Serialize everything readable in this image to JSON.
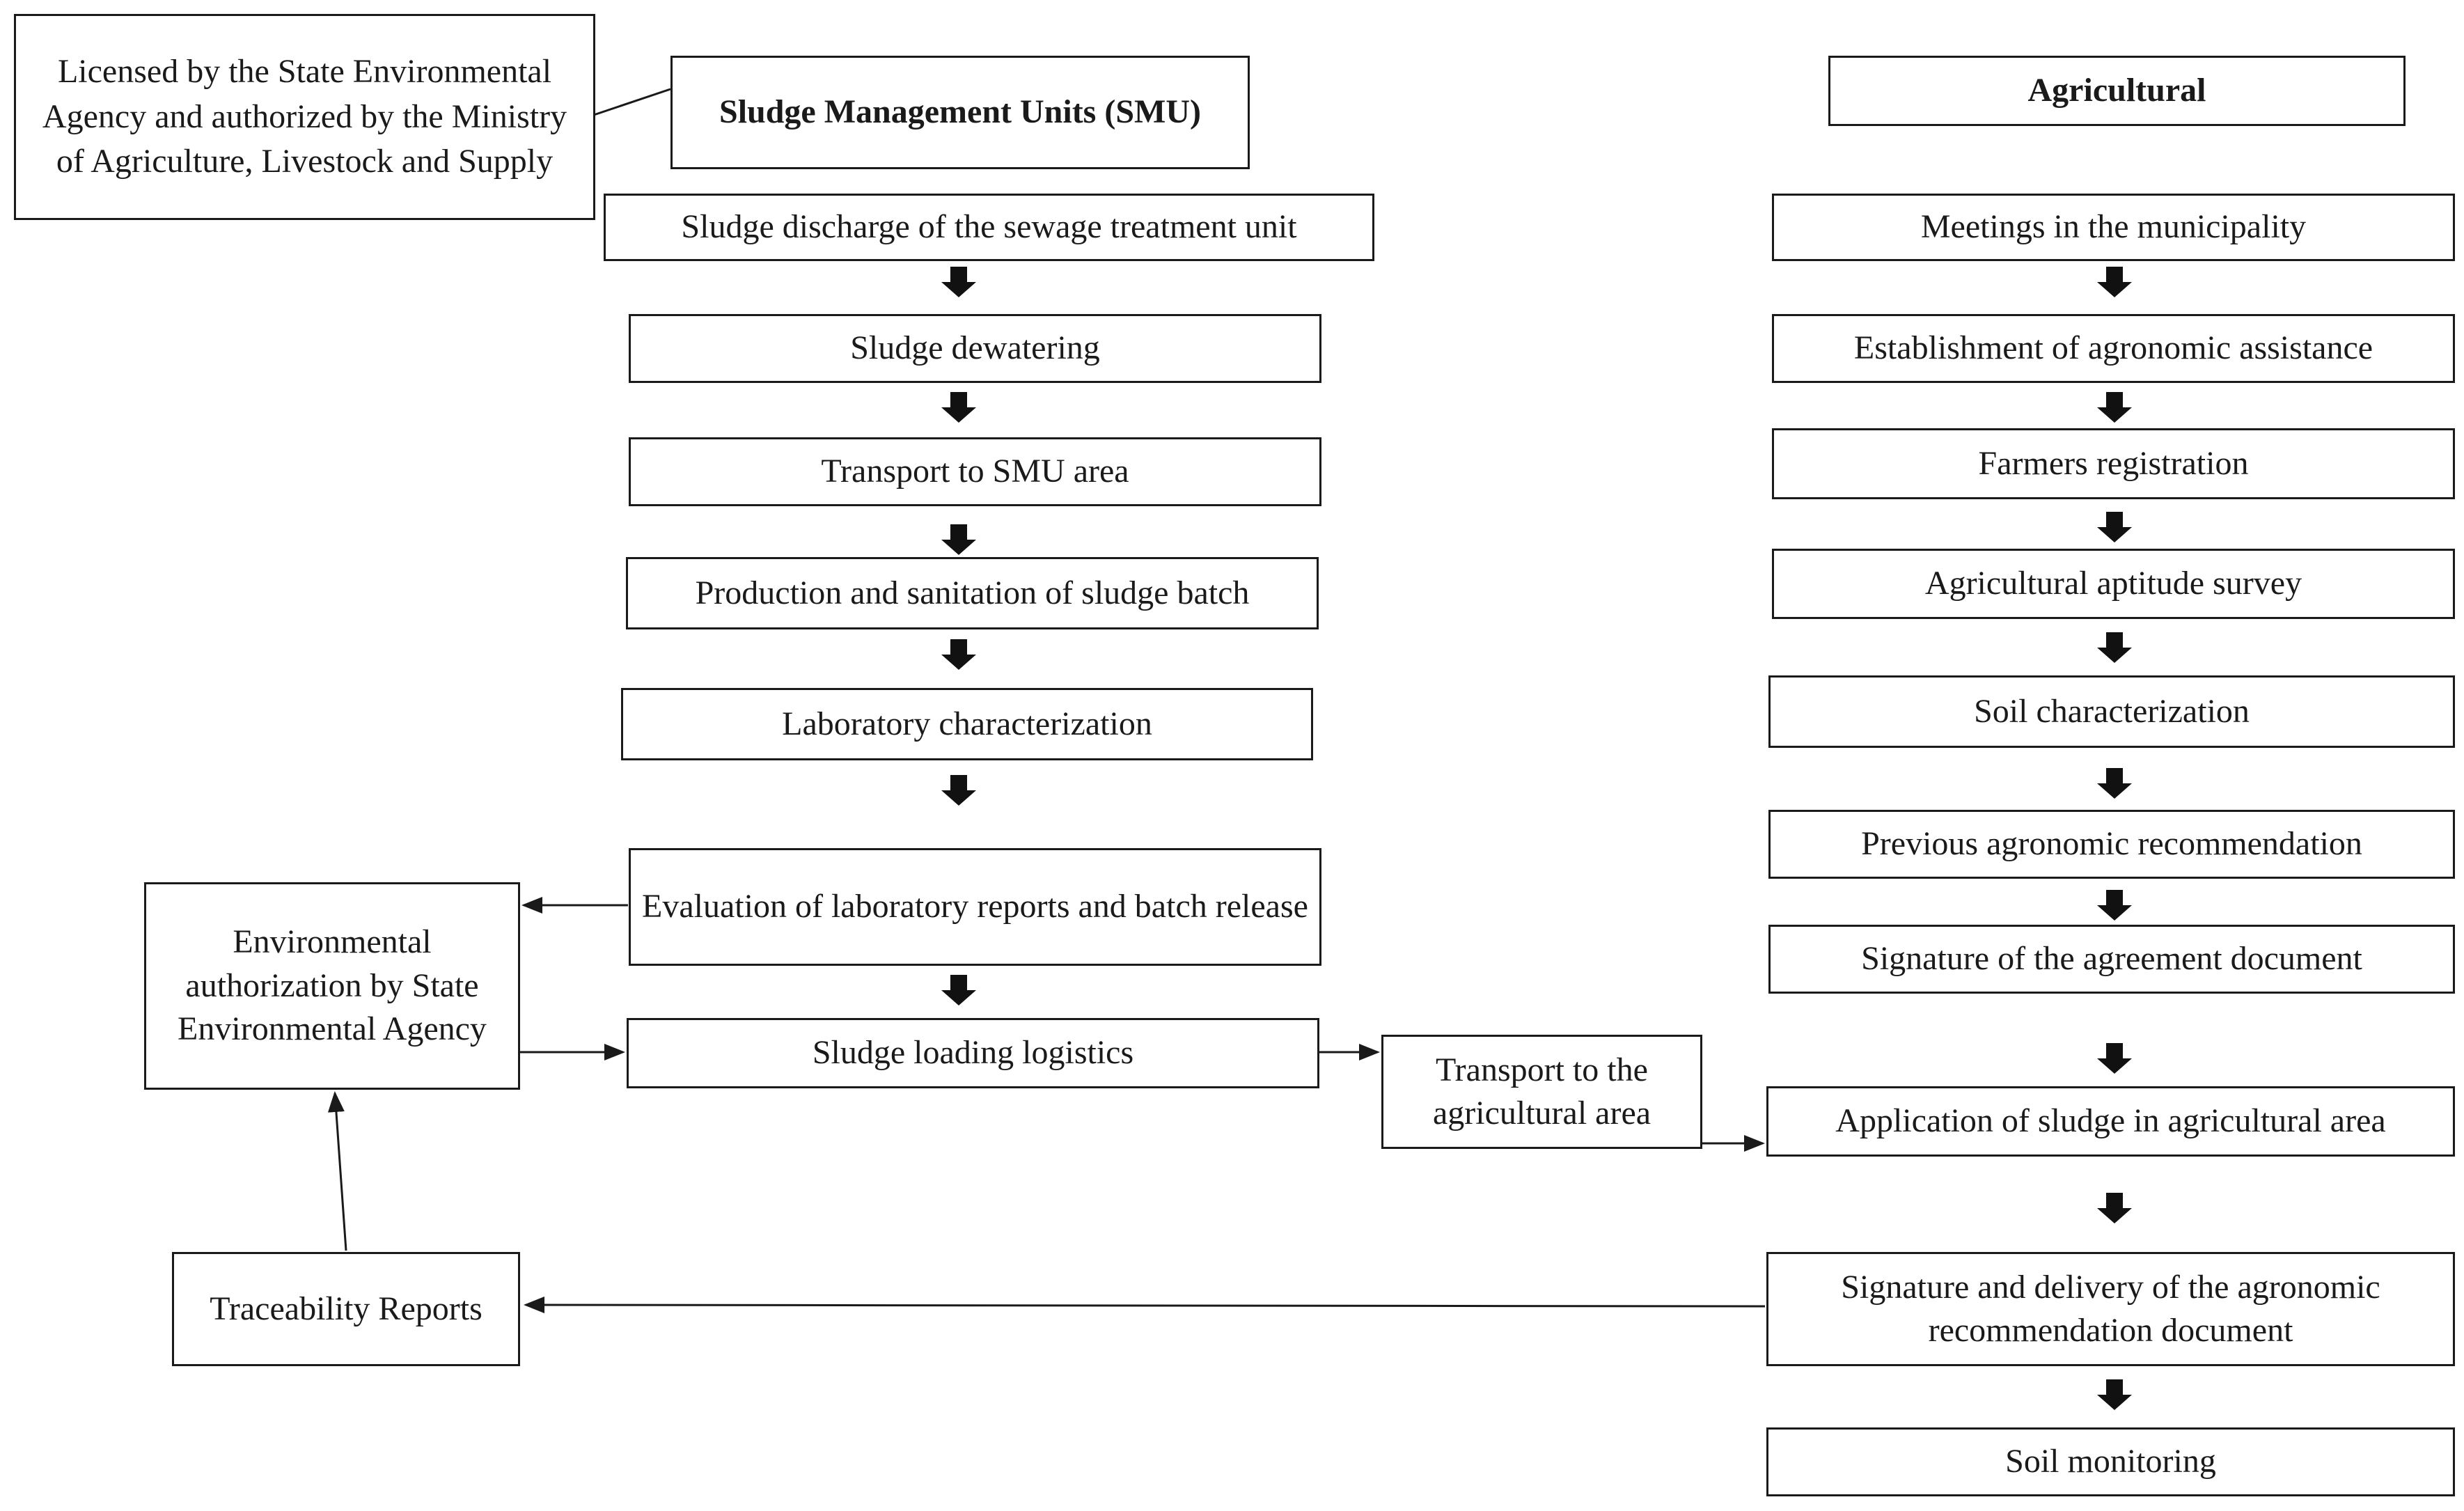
{
  "note": {
    "text": "Licensed by the State Environmental Agency and authorized by the Ministry of Agriculture, Livestock and Supply"
  },
  "smu": {
    "header": "Sludge Management Units (SMU)",
    "steps": [
      "Sludge discharge of the sewage treatment unit",
      "Sludge dewatering",
      "Transport to SMU area",
      "Production and sanitation of sludge batch",
      "Laboratory characterization",
      "Evaluation of laboratory reports and batch release",
      "Sludge loading logistics"
    ]
  },
  "agricultural": {
    "header": "Agricultural",
    "steps": [
      "Meetings in the municipality",
      "Establishment of agronomic assistance",
      "Farmers registration",
      "Agricultural aptitude survey",
      "Soil characterization",
      "Previous agronomic recommendation",
      "Signature of the agreement document",
      "Application of sludge in agricultural area",
      "Signature and delivery of the agronomic recommendation document",
      "Soil monitoring"
    ]
  },
  "side": {
    "env_auth": "Environmental authorization by State Environmental Agency",
    "traceability": "Traceability Reports",
    "transport_agri": "Transport to the agricultural area"
  }
}
